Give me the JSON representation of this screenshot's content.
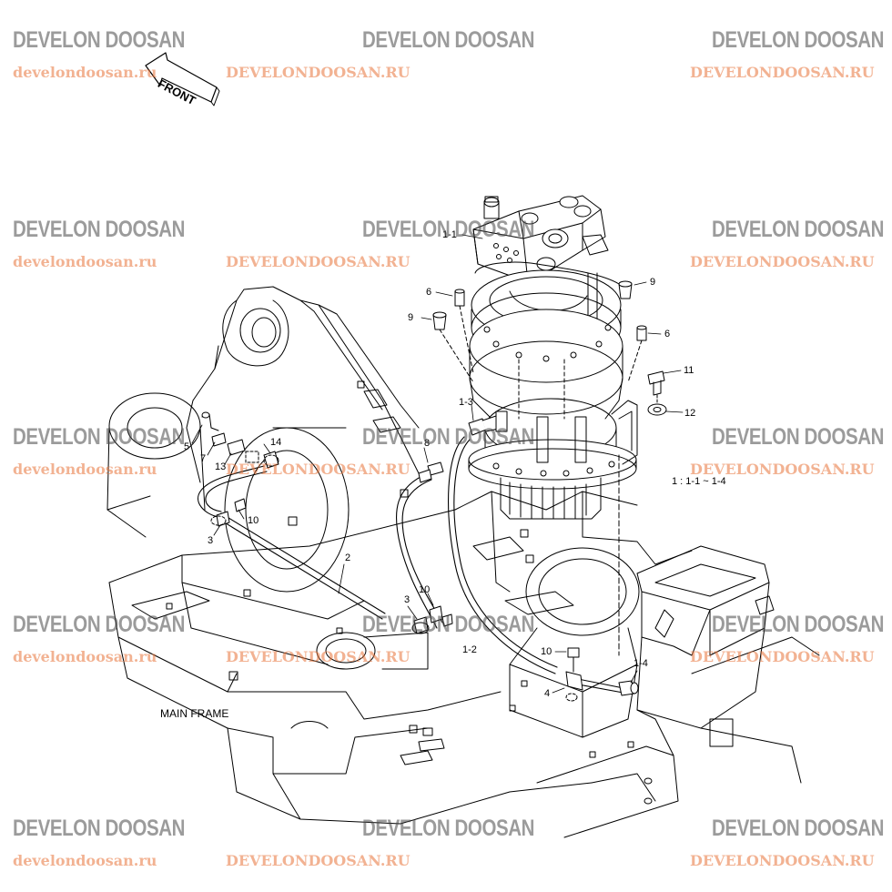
{
  "watermark": {
    "brand": "DEVELON DOOSAN",
    "url_lower": "develondoosan.ru",
    "url_upper": "DEVELONDOOSAN.RU",
    "brand_color": "#4a4a4a",
    "url_color": "#e8743a",
    "logo_color": "#e8743a"
  },
  "diagram": {
    "front_label": "FRONT",
    "main_frame_label": "MAIN FRAME",
    "legend": "1 : 1-1 ~ 1-4",
    "callouts": {
      "c1_1": "1-1",
      "c6a": "6",
      "c9a": "9",
      "c9b": "9",
      "c6b": "6",
      "c11": "11",
      "c12": "12",
      "c1_3": "1-3",
      "c5": "5",
      "c7": "7",
      "c14": "14",
      "c13": "13",
      "c8": "8",
      "c10a": "10",
      "c3a": "3",
      "c2": "2",
      "c3b": "3",
      "c10b": "10",
      "c1_2": "1-2",
      "c10c": "10",
      "c1_4": "1-4",
      "c4": "4"
    }
  }
}
